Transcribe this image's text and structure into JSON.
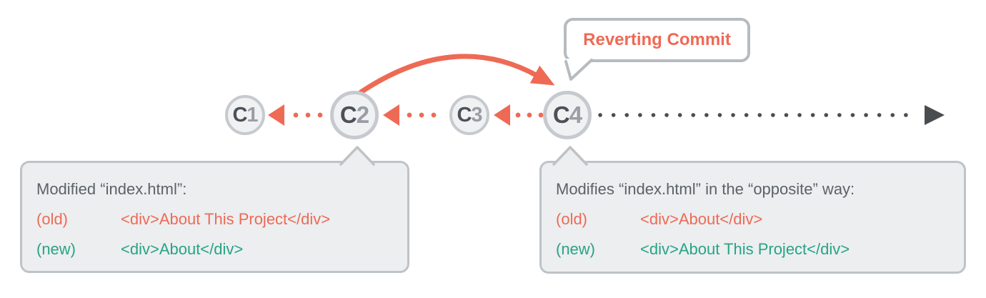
{
  "bubble": {
    "label": "Reverting Commit"
  },
  "commits": [
    {
      "letter": "C",
      "number": "1"
    },
    {
      "letter": "C",
      "number": "2"
    },
    {
      "letter": "C",
      "number": "3"
    },
    {
      "letter": "C",
      "number": "4"
    }
  ],
  "callouts": {
    "c2": {
      "title": "Modified “index.html”:",
      "old_label": "(old)",
      "old_code": "<div>About This Project</div>",
      "new_label": "(new)",
      "new_code": "<div>About</div>"
    },
    "c4": {
      "title": "Modifies “index.html” in the “opposite” way:",
      "old_label": "(old)",
      "old_code": "<div>About</div>",
      "new_label": "(new)",
      "new_code": "<div>About This Project</div>"
    }
  },
  "colors": {
    "accent_red": "#EE6A55",
    "accent_green": "#29A385",
    "text_gray": "#5D6267",
    "node_letter": "#4B5157",
    "node_number": "#989EA4",
    "node_fill": "#EFF1F3",
    "node_border": "#C6CACE",
    "box_fill": "#ECEEF0",
    "box_border": "#BEC3C7",
    "bubble_border": "#B6BBC0",
    "timeline_dark": "#4A4D50"
  }
}
